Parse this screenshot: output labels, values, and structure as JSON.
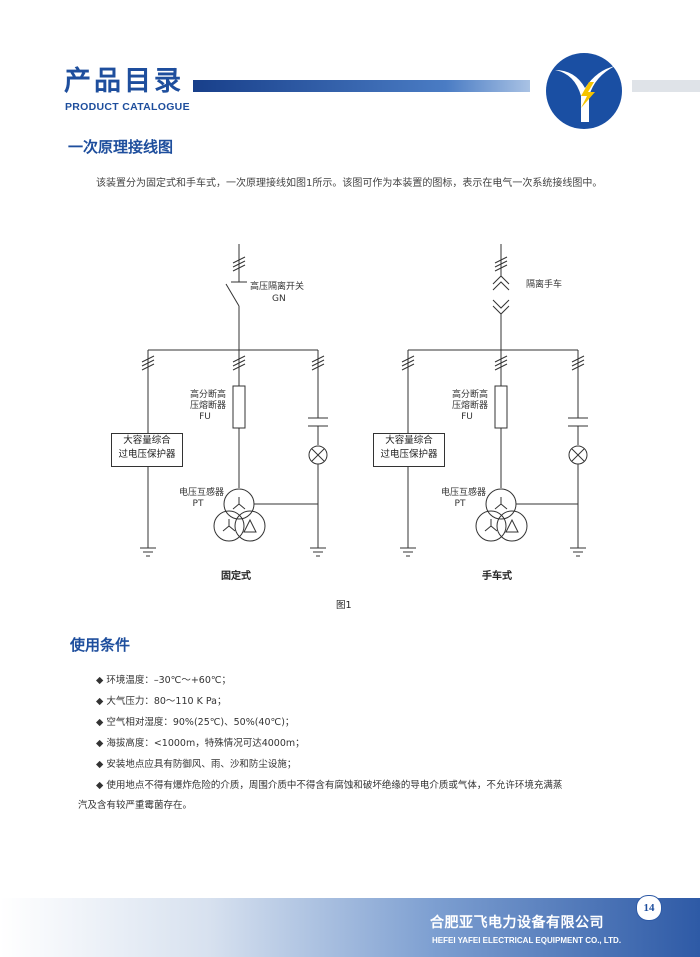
{
  "header": {
    "title": "产品目录",
    "subtitle": "PRODUCT CATALOGUE",
    "brand_color": "#1e4e9d"
  },
  "section1": {
    "heading": "一次原理接线图",
    "paragraph": "该装置分为固定式和手车式，一次原理接线如图1所示。该图可作为本装置的图标，表示在电气一次系统接线图中。"
  },
  "diagram": {
    "left": {
      "switch_label": "高压隔离开关",
      "switch_code": "GN",
      "fuse_label_1": "高分断高",
      "fuse_label_2": "压熔断器",
      "fuse_code": "FU",
      "box_line1": "大容量综合",
      "box_line2": "过电压保护器",
      "pt_label": "电压互感器",
      "pt_code": "PT",
      "caption": "固定式"
    },
    "right": {
      "switch_label": "隔离手车",
      "fuse_label_1": "高分断高",
      "fuse_label_2": "压熔断器",
      "fuse_code": "FU",
      "box_line1": "大容量综合",
      "box_line2": "过电压保护器",
      "pt_label": "电压互感器",
      "pt_code": "PT",
      "caption": "手车式"
    },
    "figure_caption": "图1"
  },
  "section2": {
    "heading": "使用条件",
    "items": [
      "◆ 环境温度：–30℃～+60℃；",
      "◆ 大气压力：80～110 K Pa；",
      "◆ 空气相对湿度：90%(25℃)、50%(40℃)；",
      "◆ 海拔高度：<1000m，特殊情况可达4000m；",
      "◆ 安装地点应具有防御风、雨、沙和防尘设施；",
      "◆ 使用地点不得有爆炸危险的介质，周围介质中不得含有腐蚀和破坏绝缘的导电介质或气体，不允许环境充满蒸",
      "汽及含有较严重霉菌存在。"
    ]
  },
  "footer": {
    "company_cn": "合肥亚飞电力设备有限公司",
    "company_en": "HEFEI YAFEI ELECTRICAL EQUIPMENT CO., LTD.",
    "page_number": "14"
  }
}
